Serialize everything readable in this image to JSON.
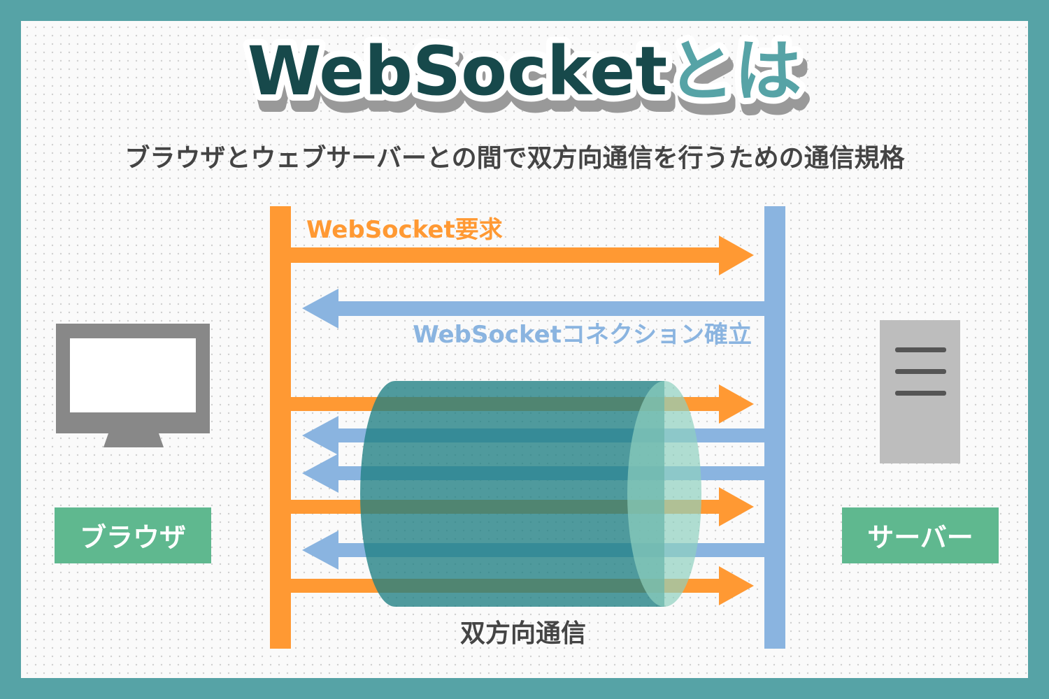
{
  "title": {
    "main": "WebSocket",
    "suffix": "とは"
  },
  "subtitle": "ブラウザとウェブサーバーとの間で双方向通信を行うための通信規格",
  "request_label": "WebSocket要求",
  "connection_label": "WebSocketコネクション確立",
  "bidirectional_label": "双方向通信",
  "browser_label": "ブラウザ",
  "server_label": "サーバー",
  "colors": {
    "frame": "#56a3a6",
    "title": "#17494b",
    "browser": "#ff9933",
    "server": "#8ab4e0",
    "label_box": "#5fb88f",
    "tube": "#2f8b8e"
  }
}
